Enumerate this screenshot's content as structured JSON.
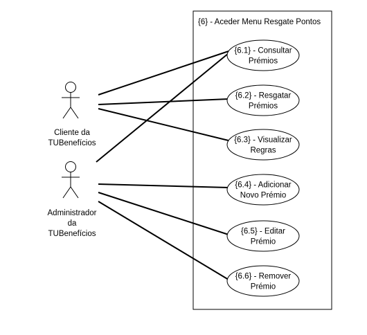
{
  "system": {
    "title": "{6} - Aceder Menu Resgate Pontos"
  },
  "actors": [
    {
      "id": "cliente",
      "lines": [
        "Cliente da",
        "TUBenefícios"
      ]
    },
    {
      "id": "admin",
      "lines": [
        "Administrador",
        "da",
        "TUBenefícios"
      ]
    }
  ],
  "use_cases": [
    {
      "id": "uc61",
      "lines": [
        "{6.1} - Consultar",
        "Prémios"
      ]
    },
    {
      "id": "uc62",
      "lines": [
        "{6.2} - Resgatar",
        "Prémios"
      ]
    },
    {
      "id": "uc63",
      "lines": [
        "{6.3} - Visualizar",
        "Regras"
      ]
    },
    {
      "id": "uc64",
      "lines": [
        "{6.4} - Adicionar",
        "Novo Prémio"
      ]
    },
    {
      "id": "uc65",
      "lines": [
        "{6.5} - Editar",
        "Prémio"
      ]
    },
    {
      "id": "uc66",
      "lines": [
        "{6.6} - Remover",
        "Prémio"
      ]
    }
  ],
  "associations": [
    {
      "actor": "cliente",
      "use_case": "uc61"
    },
    {
      "actor": "cliente",
      "use_case": "uc62"
    },
    {
      "actor": "cliente",
      "use_case": "uc63"
    },
    {
      "actor": "admin",
      "use_case": "uc61"
    },
    {
      "actor": "admin",
      "use_case": "uc64"
    },
    {
      "actor": "admin",
      "use_case": "uc65"
    },
    {
      "actor": "admin",
      "use_case": "uc66"
    }
  ],
  "colors": {
    "stroke": "#000000",
    "fill": "#ffffff"
  }
}
